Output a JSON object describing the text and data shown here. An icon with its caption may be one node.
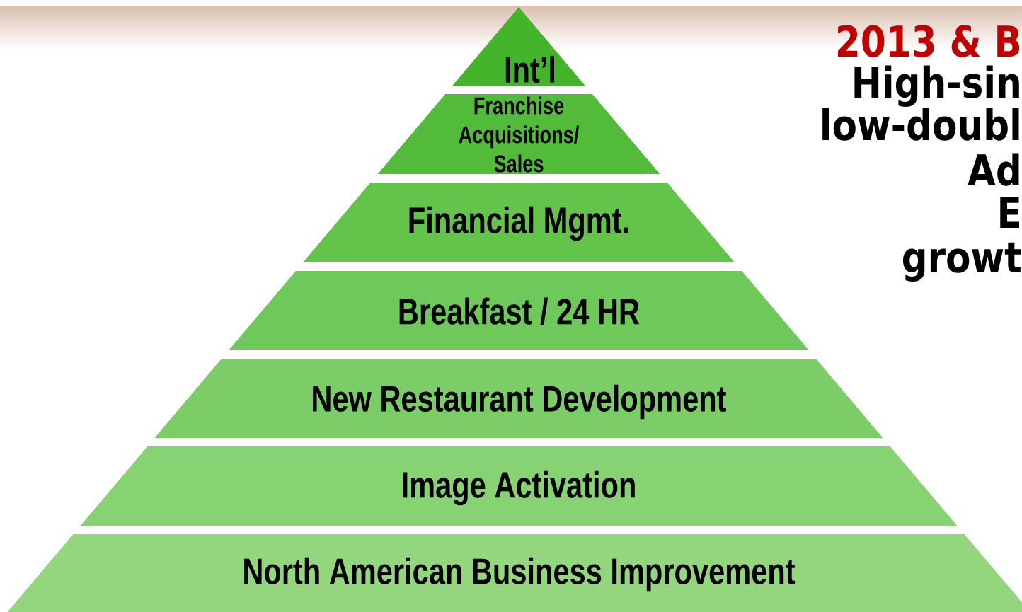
{
  "diagram": {
    "nodes": [
      {
        "text": [
          "Int’l"
        ]
      },
      {
        "text": [
          "Franchise Acquisitions/ Sales"
        ]
      },
      {
        "text": [
          "Financial Mgmt."
        ]
      },
      {
        "text": [
          "Breakfast / 24 HR"
        ]
      },
      {
        "text": [
          "New Restaurant Development"
        ]
      },
      {
        "text": [
          "Image Activation"
        ]
      },
      {
        "text": [
          "North American Business Improvement"
        ]
      }
    ],
    "labels": [
      "2013 & B",
      "High-sin",
      "low-doubl",
      "Ad",
      "E",
      "growt"
    ]
  }
}
